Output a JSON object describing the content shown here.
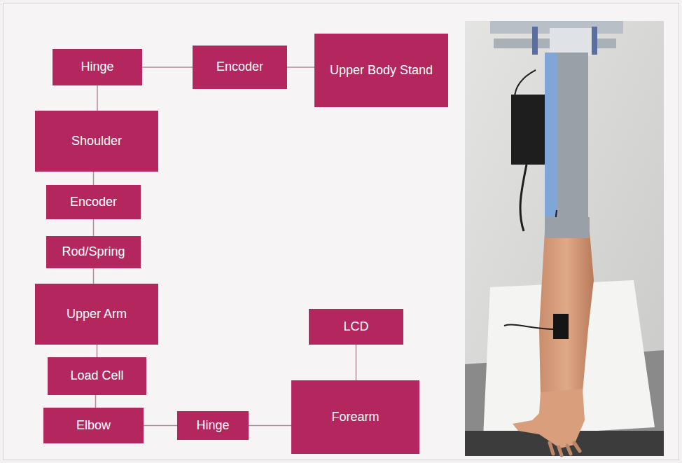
{
  "diagram": {
    "nodes": [
      {
        "text": [
          "Hinge"
        ]
      },
      {
        "text": [
          "Encoder"
        ]
      },
      {
        "text": [
          "Upper Body Stand"
        ]
      },
      {
        "text": [
          "Shoulder"
        ]
      },
      {
        "text": [
          "Encoder"
        ]
      },
      {
        "text": [
          "Rod/Spring"
        ]
      },
      {
        "text": [
          "Upper Arm"
        ]
      },
      {
        "text": [
          "Load Cell"
        ]
      },
      {
        "text": [
          "Elbow"
        ]
      },
      {
        "text": [
          "Hinge"
        ]
      },
      {
        "text": [
          "LCD"
        ]
      },
      {
        "text": [
          "Forearm"
        ]
      }
    ],
    "edges": [
      {
        "from": 0,
        "to": 1,
        "arrow": "none"
      },
      {
        "from": 1,
        "to": 2,
        "arrow": "none"
      },
      {
        "from": 0,
        "to": 3,
        "arrow": "none"
      },
      {
        "from": 3,
        "to": 4,
        "arrow": "none"
      },
      {
        "from": 4,
        "to": 5,
        "arrow": "none"
      },
      {
        "from": 5,
        "to": 6,
        "arrow": "none"
      },
      {
        "from": 6,
        "to": 7,
        "arrow": "none"
      },
      {
        "from": 7,
        "to": 8,
        "arrow": "none"
      },
      {
        "from": 8,
        "to": 9,
        "arrow": "none"
      },
      {
        "from": 9,
        "to": 11,
        "arrow": "none"
      },
      {
        "from": 10,
        "to": 11,
        "arrow": "none"
      }
    ]
  }
}
